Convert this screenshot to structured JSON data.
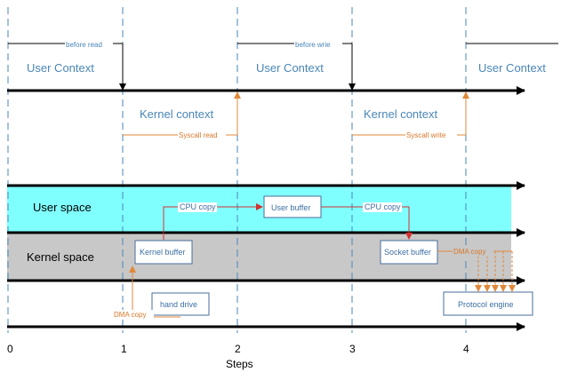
{
  "context_row": {
    "user_context_label": "User Context",
    "kernel_context_label": "Kernel context",
    "before_read": "before read",
    "before_write": "before wrie",
    "syscall_read": "Syscall read",
    "syscall_write": "Syscall write"
  },
  "bands": {
    "user_space": "User space",
    "kernel_space": "Kernel space"
  },
  "boxes": {
    "kernel_buffer": "Kernel buffer",
    "user_buffer": "User buffer",
    "socket_buffer": "Socket buffer",
    "hand_drive": "hand drive",
    "protocol_engine": "Protocol engine"
  },
  "arrows": {
    "cpu_copy_1": "CPU copy",
    "cpu_copy_2": "CPU copy",
    "dma_copy_in": "DMA copy",
    "dma_copy_out": "DMA copy"
  },
  "axis": {
    "ticks": [
      "0",
      "1",
      "2",
      "3",
      "4"
    ],
    "title": "Steps"
  },
  "colors": {
    "user_space_fill": "#80ffff",
    "kernel_space_fill": "#c8c8c8",
    "context_blue": "#4a86b8",
    "orange": "#e0893a",
    "red": "#d43030"
  }
}
